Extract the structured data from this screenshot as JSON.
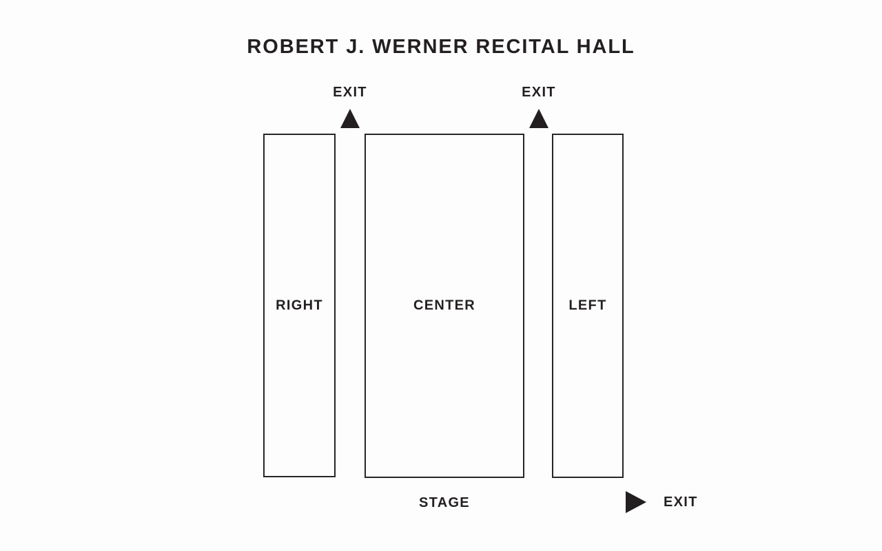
{
  "venue": {
    "title": "ROBERT J. WERNER RECITAL HALL"
  },
  "colors": {
    "background": "#fdfdfd",
    "stroke": "#262626",
    "text": "#231f20"
  },
  "sections": [
    {
      "id": "right",
      "label": "RIGHT"
    },
    {
      "id": "center",
      "label": "CENTER"
    },
    {
      "id": "left",
      "label": "LEFT"
    }
  ],
  "stage": {
    "label": "STAGE"
  },
  "exits": [
    {
      "id": "exit-top-left",
      "label": "EXIT",
      "marker": "triangle-up"
    },
    {
      "id": "exit-top-right",
      "label": "EXIT",
      "marker": "triangle-up"
    },
    {
      "id": "exit-bottom-right",
      "label": "EXIT",
      "marker": "triangle-right"
    }
  ]
}
